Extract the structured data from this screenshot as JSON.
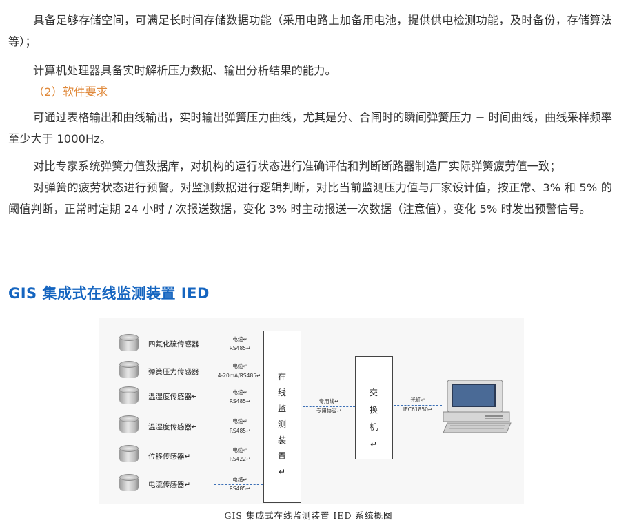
{
  "paragraphs": {
    "p1": "具备足够存储空间，可满足长时间存储数据功能（采用电路上加备用电池，提供供电检测功能，及时备份，存储算法等）；",
    "p2": "计算机处理器具备实时解析压力数据、输出分析结果的能力。",
    "software_heading": "（2）软件要求",
    "p3": "可通过表格输出和曲线输出，实时输出弹簧压力曲线，尤其是分、合闸时的瞬间弹簧压力 − 时间曲线，曲线采样频率至少大于 1000Hz。",
    "p4": "对比专家系统弹簧力值数据库，对机构的运行状态进行准确评估和判断断路器制造厂实际弹簧疲劳值一致；",
    "p5": "对弹簧的疲劳状态进行预警。对监测数据进行逻辑判断，对比当前监测压力值与厂家设计值，按正常、3% 和 5% 的阈值判断，正常时定期 24 小时 / 次报送数据，变化 3% 时主动报送一次数据（注意值），变化 5% 时发出预警信号。"
  },
  "section_title": "GIS 集成式在线监测装置 IED",
  "diagram": {
    "sensors": [
      {
        "name": "四氟化硫传感器",
        "link_top": "电缆↵",
        "link_bottom": "RS485↵"
      },
      {
        "name": "弹簧压力传感器",
        "link_top": "电缆↵",
        "link_bottom": "4-20mA/RS485↵"
      },
      {
        "name": "温湿度传感器↵",
        "link_top": "电缆↵",
        "link_bottom": "RS485↵"
      },
      {
        "name": "温湿度传感器↵",
        "link_top": "电缆↵",
        "link_bottom": "RS485↵"
      },
      {
        "name": "位移传感器↵",
        "link_top": "电缆↵",
        "link_bottom": "RS422↵"
      },
      {
        "name": "电流传感器↵",
        "link_top": "电缆↵",
        "link_bottom": "RS485↵"
      }
    ],
    "monitor_device": [
      "在",
      "线",
      "监",
      "测",
      "装",
      "置↵"
    ],
    "link_dedicated_1": "专用线↵",
    "link_dedicated_2": "专用协议↵",
    "switch": [
      "交",
      "换",
      "机↵"
    ],
    "link_fiber_1": "光纤↵",
    "link_fiber_2": "IEC61850↵"
  },
  "caption": "GIS 集成式在线监测装置 IED 系统概图",
  "colors": {
    "body_text": "#333333",
    "subheading": "#e08a3c",
    "section_title": "#1565c0",
    "connector": "#3b6fb6"
  }
}
